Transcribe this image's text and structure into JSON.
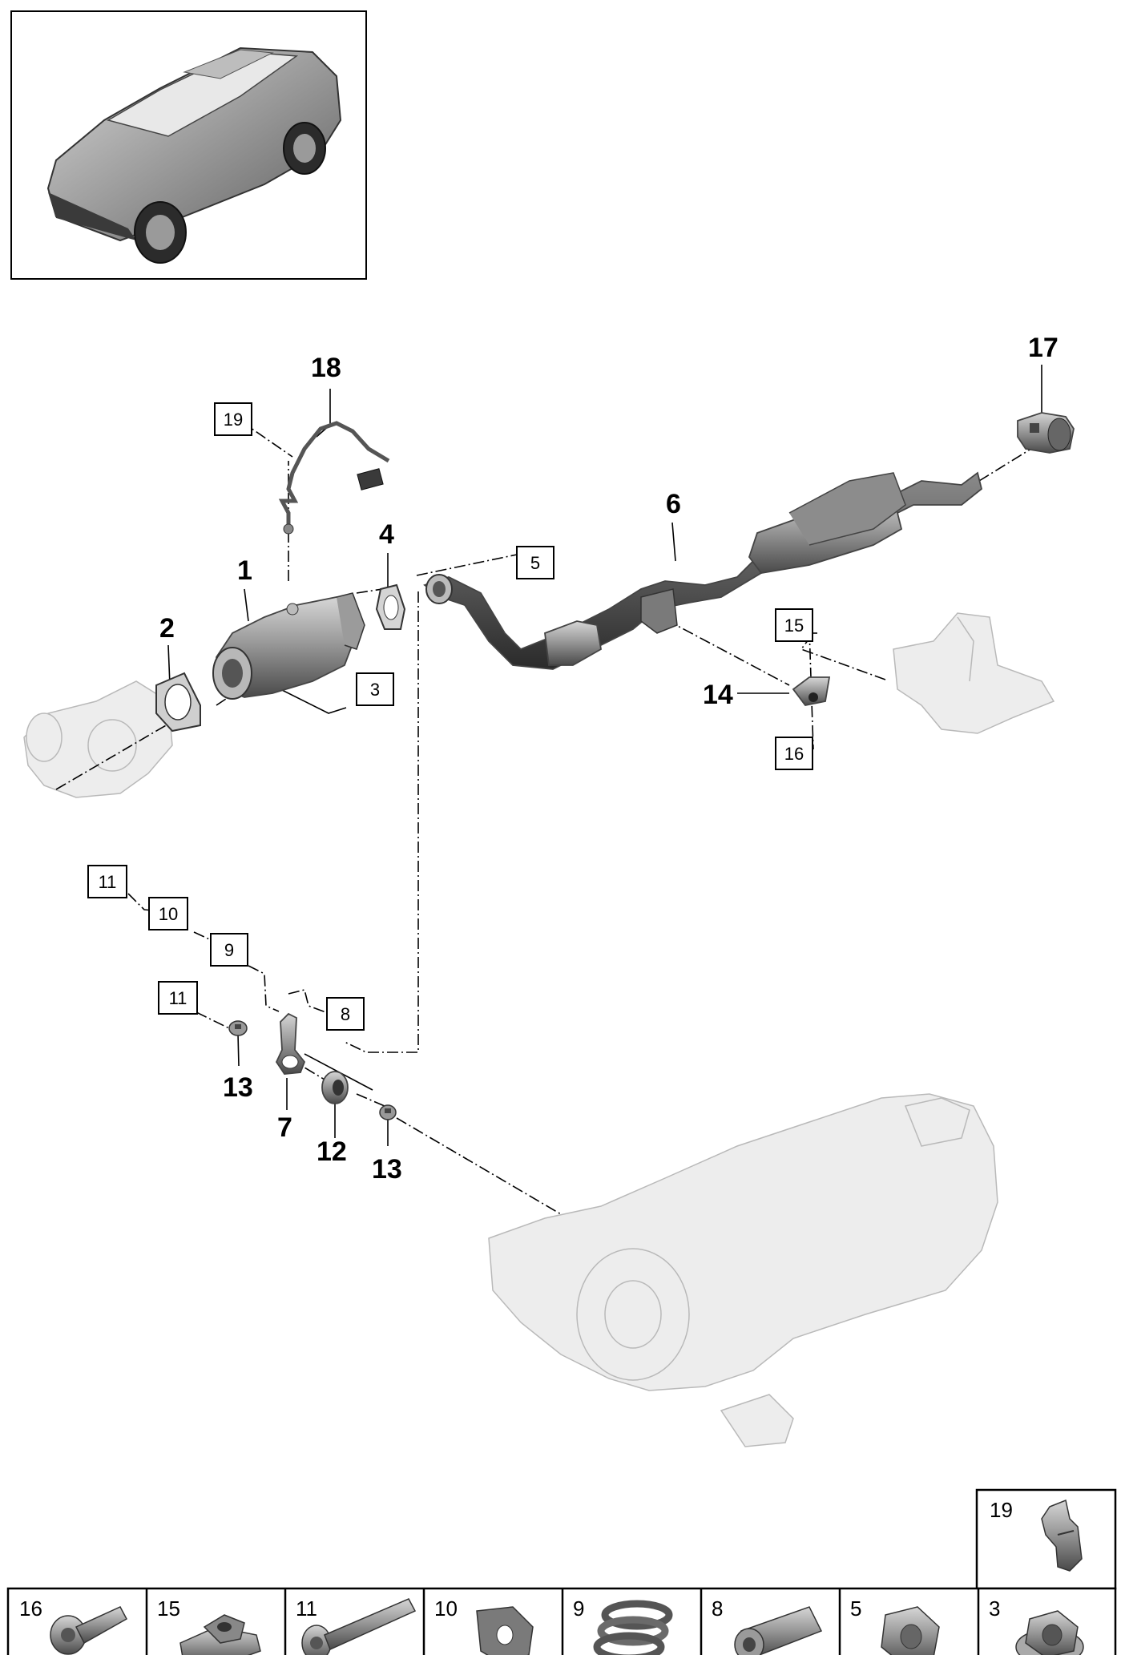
{
  "callouts": {
    "c1": "1",
    "c2": "2",
    "c4": "4",
    "c6": "6",
    "c7": "7",
    "c12": "12",
    "c13a": "13",
    "c13b": "13",
    "c14": "14",
    "c17": "17",
    "c18": "18"
  },
  "boxed_refs": {
    "b3": "3",
    "b5": "5",
    "b8": "8",
    "b9": "9",
    "b10": "10",
    "b11a": "11",
    "b11b": "11",
    "b15": "15",
    "b16": "16",
    "b19": "19"
  },
  "fastener_table": {
    "cells": [
      {
        "number": "16",
        "icon": "bolt-icon"
      },
      {
        "number": "15",
        "icon": "clip-nut-icon"
      },
      {
        "number": "11",
        "icon": "long-bolt-icon"
      },
      {
        "number": "10",
        "icon": "washer-icon"
      },
      {
        "number": "9",
        "icon": "spring-icon"
      },
      {
        "number": "8",
        "icon": "sleeve-icon"
      },
      {
        "number": "5",
        "icon": "nut-icon"
      },
      {
        "number": "3",
        "icon": "flange-nut-icon"
      }
    ],
    "extra_cell": {
      "number": "19",
      "icon": "retaining-clip-icon"
    }
  },
  "colors": {
    "line": "#000000",
    "part_fill": "#8e8e8e",
    "ghost_fill": "#ededed"
  }
}
